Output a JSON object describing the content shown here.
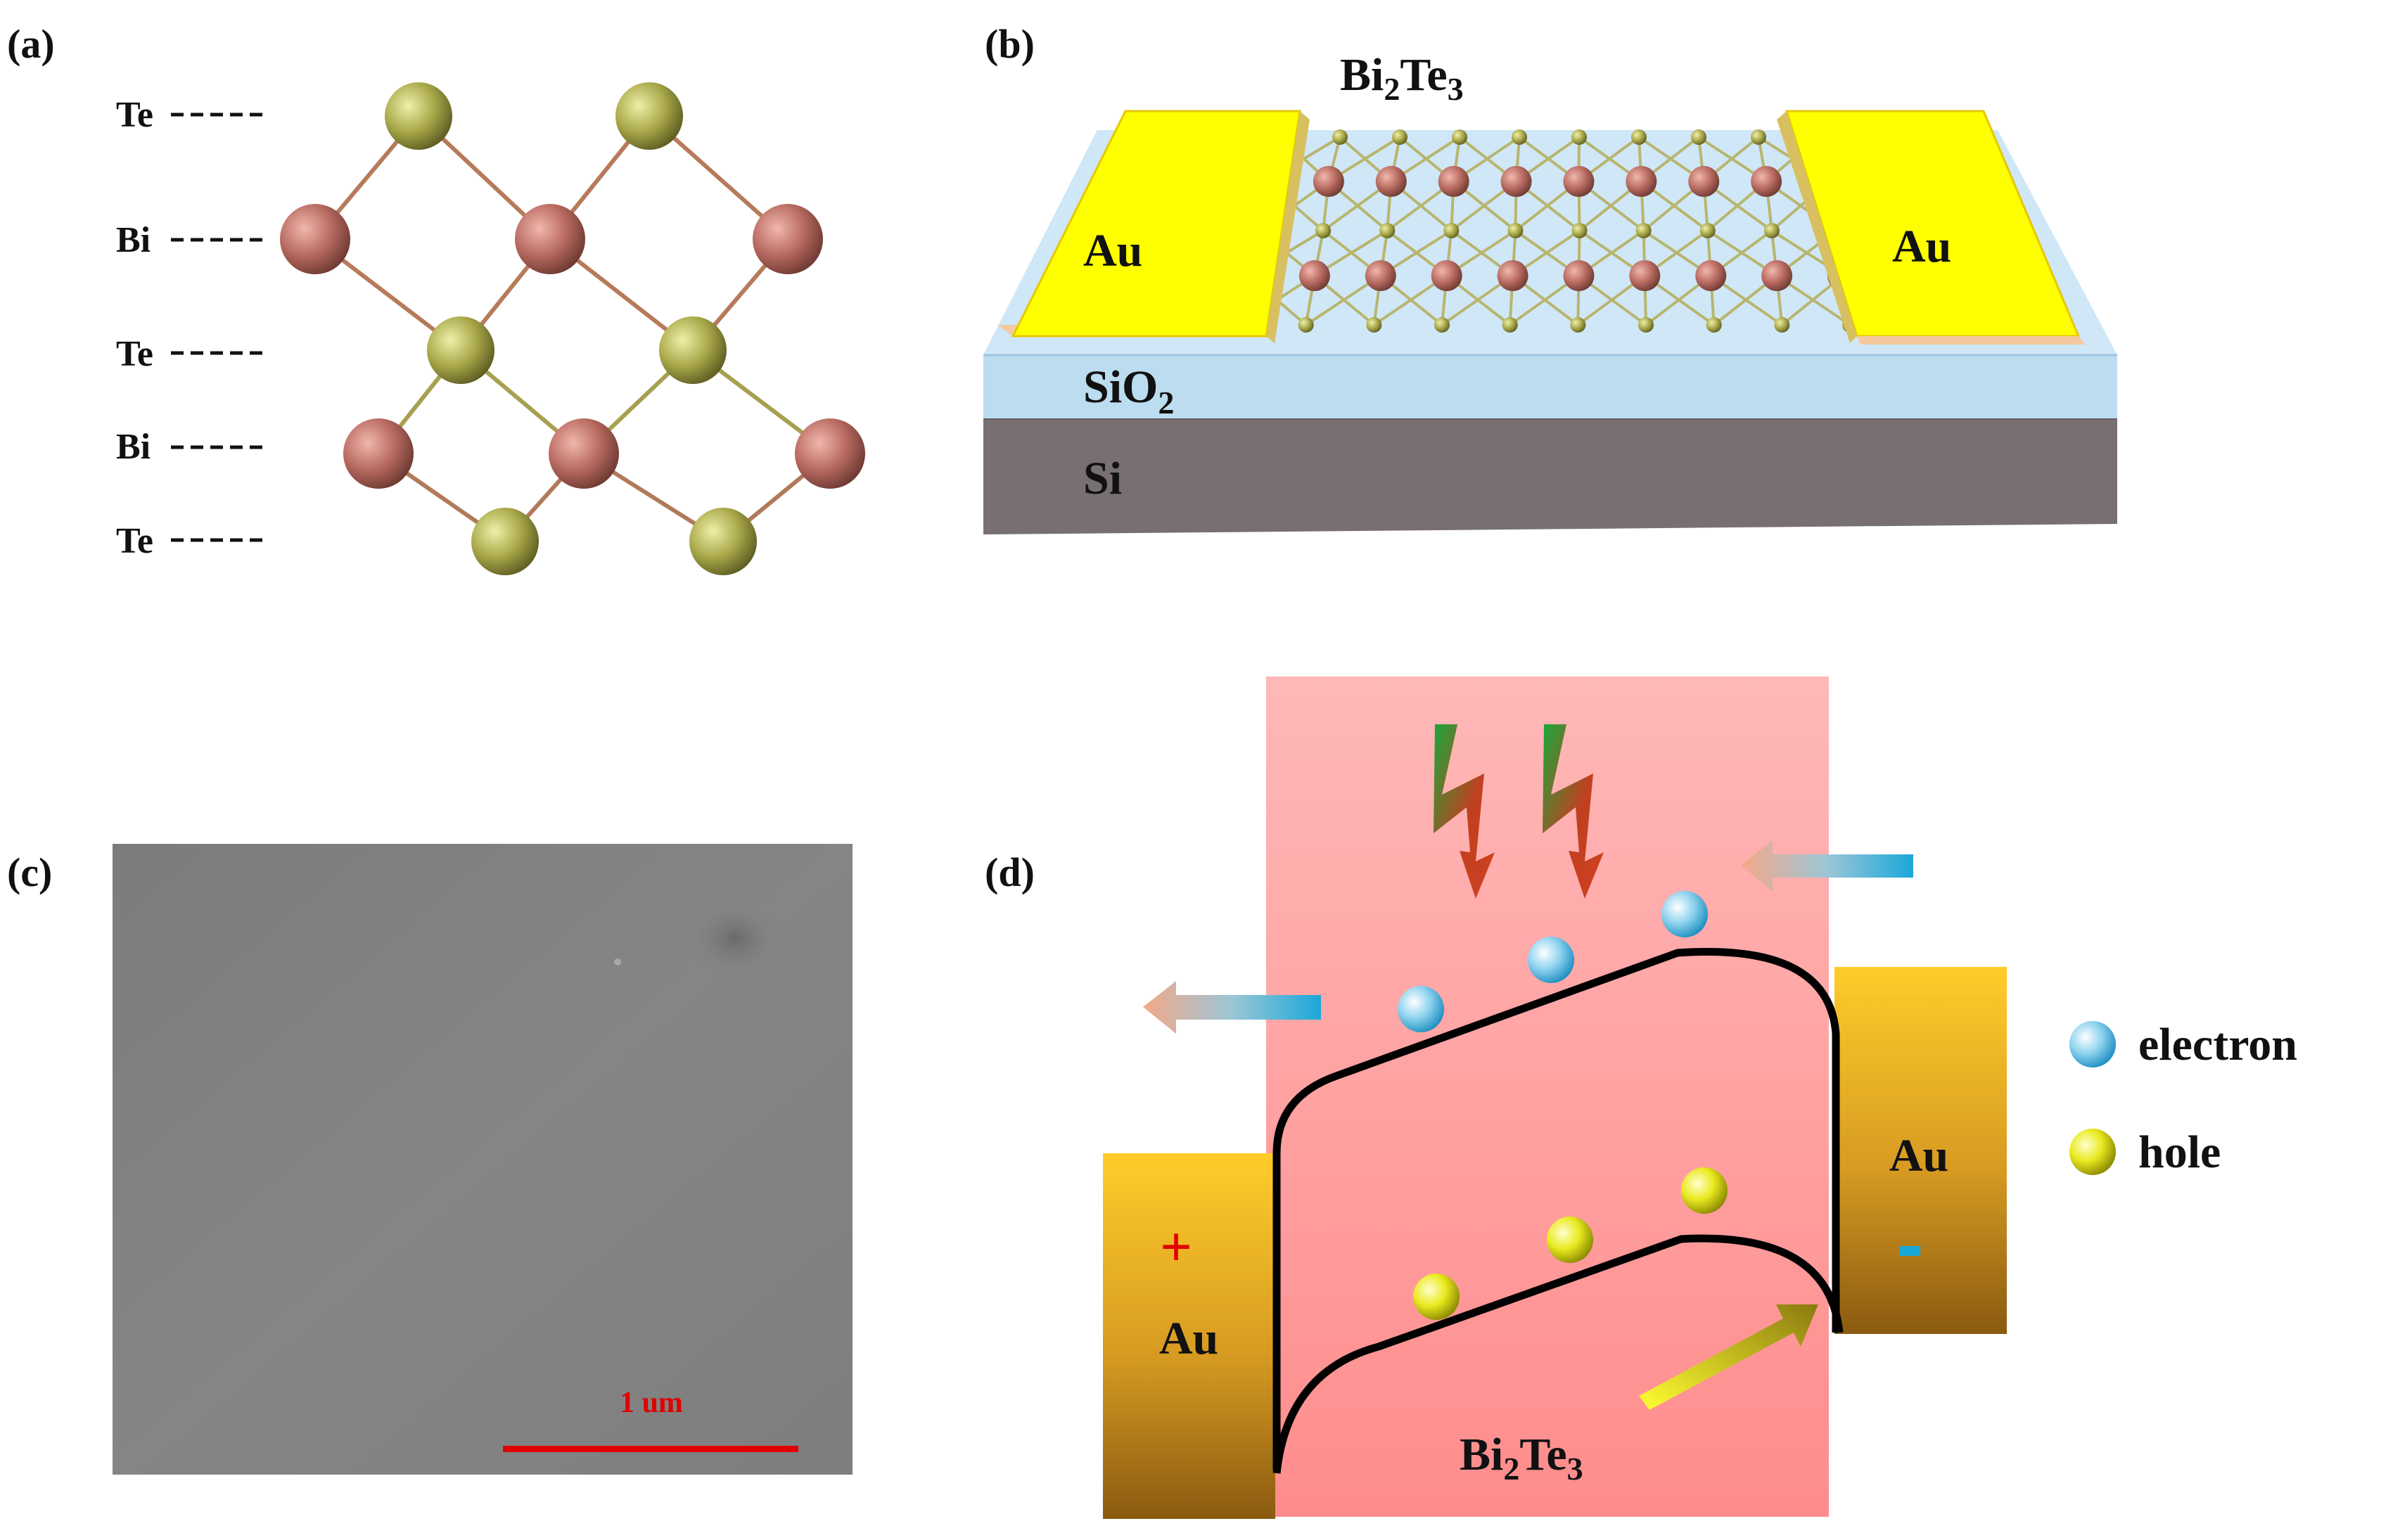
{
  "panels": {
    "a": {
      "label": "(a)",
      "layers": [
        "Te",
        "Bi",
        "Te",
        "Bi",
        "Te"
      ]
    },
    "b": {
      "label": "(b)",
      "material": {
        "base_1": "Bi",
        "sub_1": "2",
        "base_2": "Te",
        "sub_2": "3"
      },
      "electrode_left": "Au",
      "electrode_right": "Au",
      "oxide": {
        "base": "SiO",
        "sub": "2"
      },
      "substrate": "Si"
    },
    "c": {
      "label": "(c)",
      "scale_bar": "1 um"
    },
    "d": {
      "label": "(d)",
      "electrode_left": "Au",
      "electrode_right": "Au",
      "sign_plus": "+",
      "sign_minus": "-",
      "material": {
        "base_1": "Bi",
        "sub_1": "2",
        "base_2": "Te",
        "sub_2": "3"
      },
      "legend": [
        {
          "name": "electron",
          "kind": "electron"
        },
        {
          "name": "hole",
          "kind": "hole"
        }
      ]
    }
  },
  "colors": {
    "bi_atom": "#b86a60",
    "te_atom": "#a9a84a",
    "gold": "#ffff00",
    "sio2": "#b8d8ee",
    "si": "#7a7070",
    "channel_pink": "#ff9a9a",
    "scale_bar_red": "#e00000",
    "electron": "#3aaad8",
    "hole": "#d8d800"
  }
}
